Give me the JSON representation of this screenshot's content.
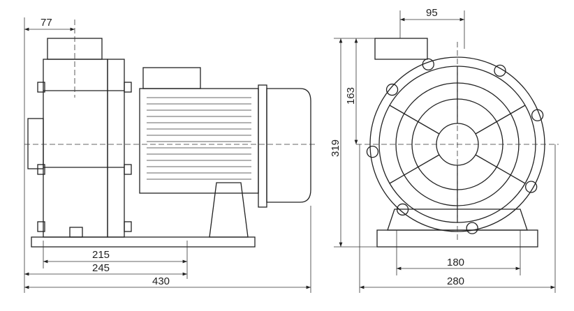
{
  "dimensions": {
    "side_top_width": "77",
    "front_top_offset": "95",
    "front_axis_height": "163",
    "front_total_height": "319",
    "side_mount_inner": "215",
    "side_mount_outer": "245",
    "side_total_length": "430",
    "front_mount_spacing": "180",
    "front_total_width": "280"
  }
}
